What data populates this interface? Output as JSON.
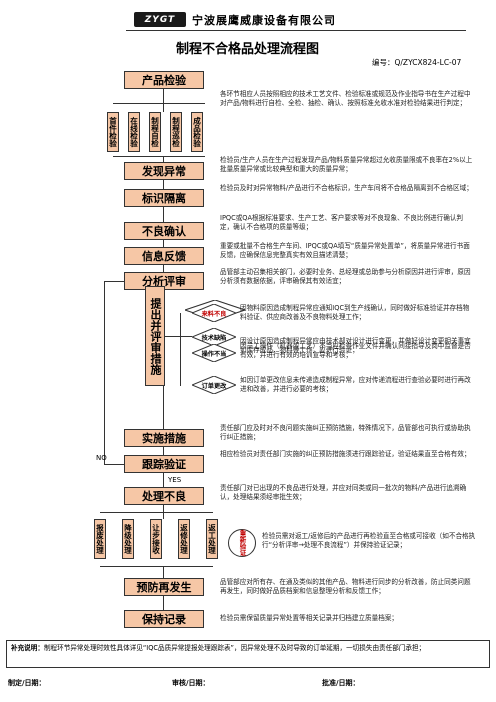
{
  "header": {
    "logo_text": "ZYGT",
    "company": "宁波展鹰威康设备有限公司",
    "title": "制程不合格品处理流程图",
    "doc_number": "编号：Q/ZYCX824-LC-07"
  },
  "steps": {
    "product_inspection": "产品检验",
    "found_abnormal": "发现异常",
    "mark_isolate": "标识隔离",
    "confirm_defect": "不良确认",
    "info_feedback": "信息反馈",
    "analysis_review": "分析评审",
    "propose_measures": "提出并评审措施",
    "implement_measures": "实施措施",
    "tracking_verify": "跟踪验证",
    "handle_defect": "处理不良",
    "preventive_action": "预防再发生",
    "keep_records": "保持记录"
  },
  "inspection_types": [
    "首件检验",
    "在线检验",
    "制程自检",
    "制程巡检",
    "成品检验"
  ],
  "cause_types": [
    "来料不良",
    "技术缺陷",
    "操作不当",
    "订单更改"
  ],
  "disposal_types": [
    "报废处理",
    "降级处理",
    "让步接收",
    "返修处理",
    "返工处理"
  ],
  "reinspect_label": "重新验证",
  "branch_no": "NO",
  "branch_yes": "YES",
  "descriptions": {
    "inspection": "各环节相应人员按照相应的技术工艺文件、检验标准或规范及作业指导书在生产过程中对产品/物料进行自检、全检、抽检、确认、按照标准允收水准对检验结果进行判定；",
    "abnormal": "检验员/生产人员在生产过程发现产品/物料质量异常超过允收质量限或不良率在2%以上批量质量异常或比较典型和重大的质量异常；",
    "isolate": "检验员及时对异常物料/产品进行不合格标识，生产车间将不合格品隔离到不合格区域；",
    "confirm": "IPQC或QA根据标准要求、生产工艺、客户要求等对不良现象、不良比例进行确认判定，确认不合格项的质量等级；",
    "feedback": "重要或批量不合格生产车间、IPQC或QA填写“质量异常处置单”，将质量异常进行书面反馈，应确保信息完整真实有效且描述清楚；",
    "analysis": "品管部主动召集相关部门，必要时业务、总经理或总助参与分析原因并进行评审，原因分析须有数据依据，评审确保其有效适宜；",
    "material": "因物料原因造成制程异常应通知IQC到生产线确认，同时做好标准验证并存档物料验证、供应商改善及不良物料处理工作；",
    "technical": "因设计原因造成制程异常应由技术部对设计进行变更，并做好设计变更相关事宜如库存成品、物料等工作，应进行验证；",
    "operation": "因员工操作（机器或工艺）不当应检查作业文件并确认间接指导及岗中监督是否有效，并进行有效的培训宣导和考核；",
    "order": "如因订单更改信息未传递造成制程异常，应对传递流程进行查验必要时进行再改进和改善，并进行必要的考核；",
    "implement": "责任部门应及时对不良问题实施纠正预防措施，特殊情况下，品管部也可执行或协助执行纠正措施；",
    "tracking": "相应检验员对责任部门实施的纠正预防措施须进行跟踪验证，验证结果直至合格有效；",
    "handle": "责任部门对已出现的不良品进行处理，并应对同类或同一批次的物料/产品进行追溯确认，处理结果须经审批生效；",
    "reinspect": "检验员需对返工/返修后的产品进行再检验直至合格或可接收（如不合格执行“分析评审→处理不良流程”）并保持验证记录；",
    "prevent": "品管部应对所有存、在通及类似的其他产品、物料进行同步的分析改善，防止同类问题再发生，同时做好品质档案和信息整理分析和反馈工作；",
    "records": "检验员需保留质量异常处置等相关记录并归档建立质量档案；"
  },
  "supplement": {
    "label": "补充说明：",
    "text": "制程环节异常处理时效性具体详见“IQC品质异常提报处理跟踪表”，因异常处理不及时导致的订单延期，一切损失由责任部门承担；"
  },
  "footer": {
    "prepared": "制定/日期：",
    "reviewed": "审核/日期：",
    "approved": "批准/日期："
  }
}
